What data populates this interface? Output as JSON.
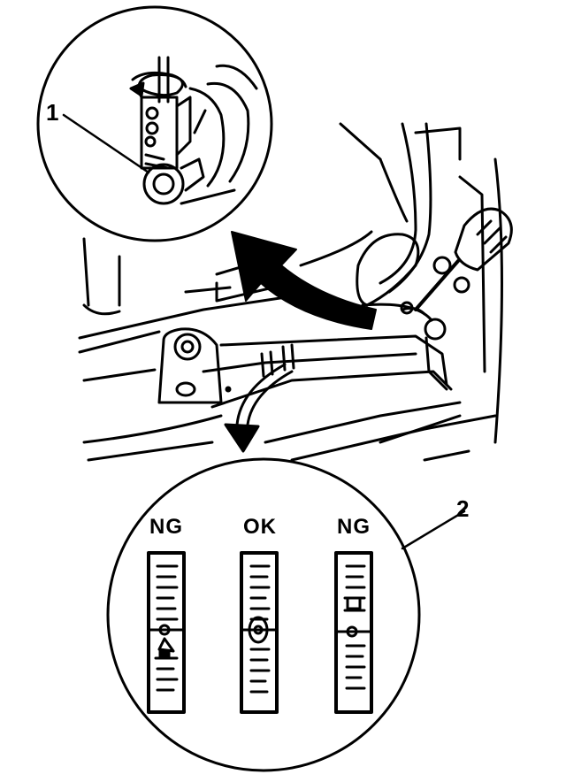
{
  "callouts": {
    "one": "1",
    "two": "2"
  },
  "gauges": [
    {
      "label": "NG"
    },
    {
      "label": "OK"
    },
    {
      "label": "NG"
    }
  ],
  "colors": {
    "ink": "#000000",
    "paper": "#ffffff"
  },
  "icons": {
    "rotate": "rotate-arrow-icon",
    "screwdriver": "screwdriver-icon",
    "pointer": "curved-arrow-icon"
  }
}
